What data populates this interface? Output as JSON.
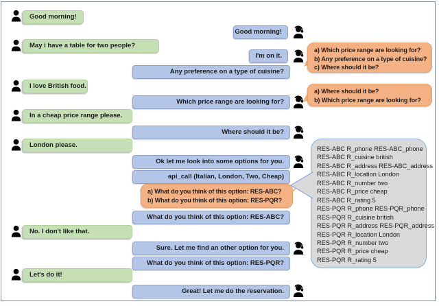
{
  "figure": {
    "kind": "dialogue-diagram",
    "left_speaker": "user",
    "right_speaker": "agent"
  },
  "colors": {
    "user_bubble": "#c5e0b4",
    "user_bubble_border": "#b2d49c",
    "agent_bubble": "#b4c6e7",
    "agent_bubble_border": "#8fa3c8",
    "candidate_bubble": "#f4b183",
    "candidate_border": "#e8a069",
    "kb_fill": "#d9d9d9",
    "kb_border": "#8faadc",
    "icon_color": "#000000"
  },
  "icons": {
    "user_icon": "person-bust",
    "agent_icon": "person-with-headset"
  },
  "user_messages": [
    {
      "text": "Good morning!"
    },
    {
      "text": "May i have a table for two people?"
    },
    {
      "text": "I love British food."
    },
    {
      "text": "In a cheap price range please."
    },
    {
      "text": "London please."
    },
    {
      "text": "No. I don't like that."
    },
    {
      "text": "Let's do it!"
    }
  ],
  "agent_messages": [
    {
      "text": "Good morning!"
    },
    {
      "text": "I'm on it."
    },
    {
      "text": "Any preference on a type of cuisine?"
    },
    {
      "text": "Which price range are looking for?"
    },
    {
      "text": "Where should it be?"
    },
    {
      "text": "Ok let me look into some options for you."
    },
    {
      "text": "api_call (Italian, London, Two, Cheap)"
    },
    {
      "text": "What do you think of this option: RES-ABC?"
    },
    {
      "text": "Sure. Let me find an other option for you."
    },
    {
      "text": "What do you think of this option: RES-PQR?"
    },
    {
      "text": "Great! Let me do the reservation."
    }
  ],
  "candidate_bubbles": [
    {
      "lines": [
        "a) Which price range are looking for?",
        "b) Any preference on a type of cuisine?",
        "c) Where should it be?"
      ]
    },
    {
      "lines": [
        "a) Where should it be?",
        "b) Which price range are looking for?"
      ]
    },
    {
      "lines": [
        "a) What do you think of this option: RES-ABC?",
        "b) What do you think of this option: RES-PQR?"
      ]
    }
  ],
  "knowledge_base": {
    "lines": [
      "RES-ABC R_phone RES-ABC_phone",
      "RES-ABC R_cuisine british",
      "RES-ABC R_address RES-ABC_address",
      "RES-ABC R_location London",
      "RES-ABC R_number two",
      "RES-ABC R_price cheap",
      "RES-ABC R_rating 5",
      "RES-PQR R_phone RES-PQR_phone",
      "RES-PQR R_cuisine british",
      "RES-PQR R_address RES-PQR_address",
      "RES-PQR R_location London",
      "RES-PQR R_number two",
      "RES-PQR R_price cheap",
      "RES-PQR R_rating 5"
    ]
  }
}
